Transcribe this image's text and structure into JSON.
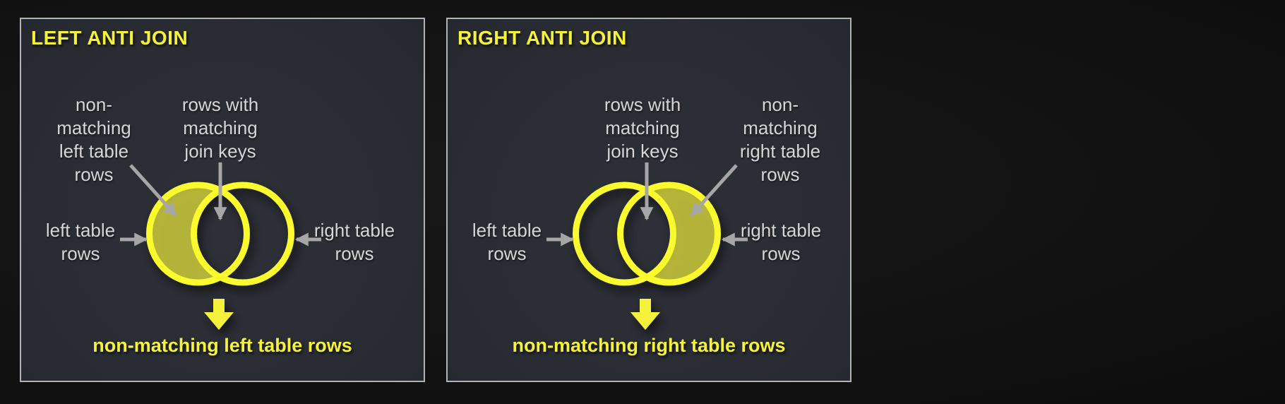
{
  "colors": {
    "page_bg": "#121212",
    "panel_bg": "#2b2d34",
    "panel_border": "#b3b3b3",
    "accent_yellow": "#f5f23a",
    "circle_outline_yellow": "#fbfa2d",
    "crescent_fill_olive": "#a6a341",
    "label_gray": "#d6d6d6",
    "arrow_gray": "#a6a6a6"
  },
  "panels": [
    {
      "title": "LEFT ANTI JOIN",
      "labels": {
        "non_matching": "non-\nmatching\nleft table\nrows",
        "matching": "rows with\nmatching\njoin keys",
        "left_table": "left table\nrows",
        "right_table": "right table\nrows"
      },
      "result": "non-matching left table rows",
      "filled_region": "left crescent"
    },
    {
      "title": "RIGHT ANTI JOIN",
      "labels": {
        "non_matching": "non-\nmatching\nright table\nrows",
        "matching": "rows with\nmatching\njoin keys",
        "left_table": "left table\nrows",
        "right_table": "right table\nrows"
      },
      "result": "non-matching right table rows",
      "filled_region": "right crescent"
    }
  ]
}
